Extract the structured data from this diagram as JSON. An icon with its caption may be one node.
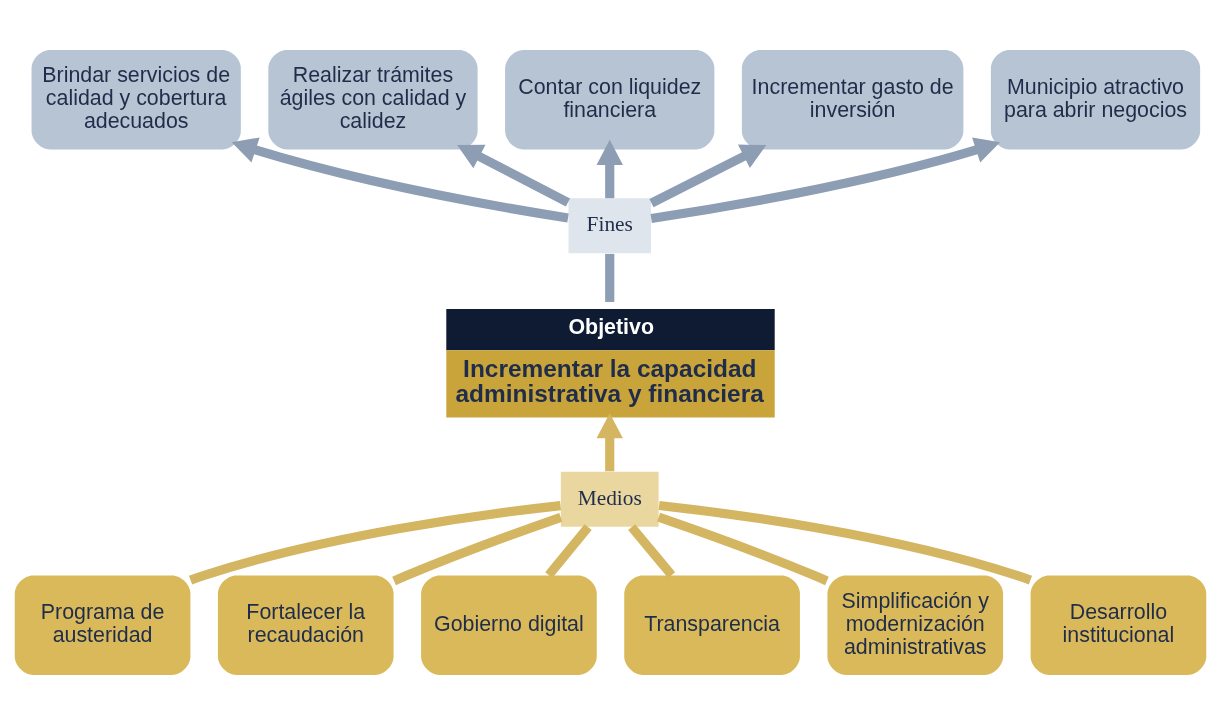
{
  "diagram": {
    "nodes": [
      {
        "text": [
          "Brindar servicios de calidad y cobertura adecuados"
        ]
      },
      {
        "text": [
          "Realizar trámites ágiles con calidad y calidez"
        ]
      },
      {
        "text": [
          "Contar con liquidez financiera"
        ]
      },
      {
        "text": [
          "Incrementar gasto de inversión"
        ]
      },
      {
        "text": [
          "Municipio atractivo para abrir negocios"
        ]
      },
      {
        "text": [
          "Fines"
        ]
      },
      {
        "text": [
          "Objetivo",
          "Incrementar la capacidad administrativa y financiera"
        ]
      },
      {
        "text": [
          "Medios"
        ]
      },
      {
        "text": [
          "Programa de austeridad"
        ]
      },
      {
        "text": [
          "Fortalecer la recaudación"
        ]
      },
      {
        "text": [
          "Gobierno digital"
        ]
      },
      {
        "text": [
          "Transparencia"
        ]
      },
      {
        "text": [
          "Simplificación y modernización administrativas"
        ]
      },
      {
        "text": [
          "Desarrollo institucional"
        ]
      }
    ],
    "edges": [
      {
        "from": 5,
        "to": 0,
        "arrow": "to",
        "color": "#8d9db3"
      },
      {
        "from": 5,
        "to": 1,
        "arrow": "to",
        "color": "#8d9db3"
      },
      {
        "from": 5,
        "to": 2,
        "arrow": "to",
        "color": "#8d9db3"
      },
      {
        "from": 5,
        "to": 3,
        "arrow": "to",
        "color": "#8d9db3"
      },
      {
        "from": 5,
        "to": 4,
        "arrow": "to",
        "color": "#8d9db3"
      },
      {
        "from": 6,
        "to": 5,
        "arrow": "none",
        "color": "#8d9db3"
      },
      {
        "from": 7,
        "to": 6,
        "arrow": "to"
      },
      {
        "from": 8,
        "to": 7,
        "arrow": "none"
      },
      {
        "from": 9,
        "to": 7,
        "arrow": "none"
      },
      {
        "from": 10,
        "to": 7,
        "arrow": "none"
      },
      {
        "from": 11,
        "to": 7,
        "arrow": "none"
      },
      {
        "from": 12,
        "to": 7,
        "arrow": "none"
      },
      {
        "from": 13,
        "to": 7,
        "arrow": "none"
      }
    ]
  }
}
